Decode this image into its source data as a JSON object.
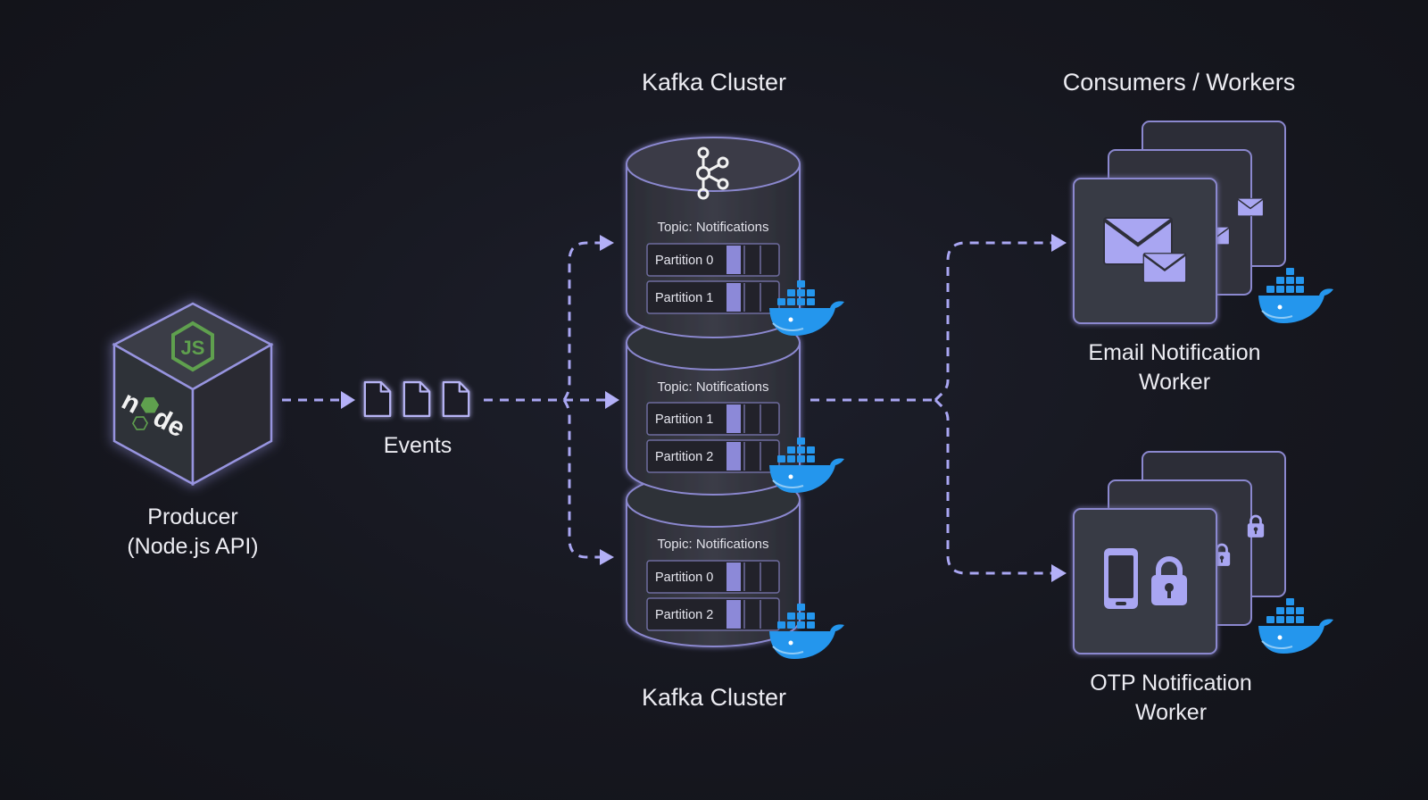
{
  "headings": {
    "kafka_top": "Kafka Cluster",
    "kafka_bottom": "Kafka Cluster",
    "consumers": "Consumers / Workers"
  },
  "producer": {
    "label_line1": "Producer",
    "label_line2": "(Node.js API)",
    "icons": [
      "nodejs-hex-icon",
      "node-wordmark-icon"
    ]
  },
  "events": {
    "label": "Events",
    "icon": "document-icon",
    "count": 3
  },
  "brokers": [
    {
      "topic": "Topic: Notifications",
      "partitions": [
        "Partition 0",
        "Partition 1"
      ]
    },
    {
      "topic": "Topic: Notifications",
      "partitions": [
        "Partition 1",
        "Partition 2"
      ]
    },
    {
      "topic": "Topic: Notifications",
      "partitions": [
        "Partition 0",
        "Partition 2"
      ]
    }
  ],
  "workers": {
    "email": {
      "label_line1": "Email Notification",
      "label_line2": "Worker",
      "icon": "envelope-icon"
    },
    "otp": {
      "label_line1": "OTP Notification",
      "label_line2": "Worker",
      "icon": "phone-lock-icon"
    }
  },
  "icons": {
    "kafka": "kafka-logo-icon",
    "docker": "docker-whale-icon"
  },
  "colors": {
    "background": "#16171f",
    "accent": "#a9a6f2",
    "node_green": "#5fa04e",
    "docker_blue": "#2496ed",
    "panel": "#353641",
    "border": "#8b88cf"
  }
}
